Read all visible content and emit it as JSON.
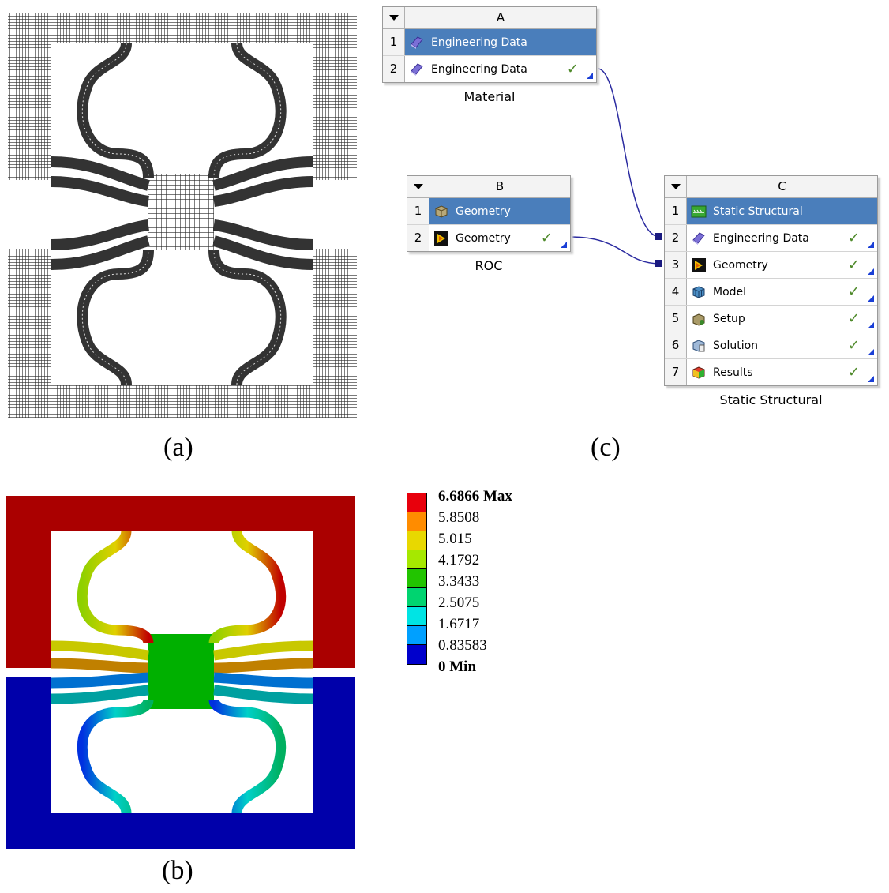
{
  "panel_labels": {
    "a": "(a)",
    "b": "(b)",
    "c": "(c)"
  },
  "systems": {
    "A": {
      "letter": "A",
      "caption": "Material",
      "rows": [
        {
          "num": "1",
          "label": "Engineering Data",
          "icon": "engineering-data-icon",
          "selected": true,
          "check": false
        },
        {
          "num": "2",
          "label": "Engineering Data",
          "icon": "engineering-data-icon",
          "selected": false,
          "check": true
        }
      ]
    },
    "B": {
      "letter": "B",
      "caption": "ROC",
      "rows": [
        {
          "num": "1",
          "label": "Geometry",
          "icon": "geometry-box-icon",
          "selected": true,
          "check": false
        },
        {
          "num": "2",
          "label": "Geometry",
          "icon": "geometry-icon",
          "selected": false,
          "check": true
        }
      ]
    },
    "C": {
      "letter": "C",
      "caption": "Static Structural",
      "rows": [
        {
          "num": "1",
          "label": "Static Structural",
          "icon": "static-structural-icon",
          "selected": true,
          "check": false
        },
        {
          "num": "2",
          "label": "Engineering Data",
          "icon": "engineering-data-icon",
          "selected": false,
          "check": true
        },
        {
          "num": "3",
          "label": "Geometry",
          "icon": "geometry-icon",
          "selected": false,
          "check": true
        },
        {
          "num": "4",
          "label": "Model",
          "icon": "model-icon",
          "selected": false,
          "check": true
        },
        {
          "num": "5",
          "label": "Setup",
          "icon": "setup-icon",
          "selected": false,
          "check": true
        },
        {
          "num": "6",
          "label": "Solution",
          "icon": "solution-icon",
          "selected": false,
          "check": true
        },
        {
          "num": "7",
          "label": "Results",
          "icon": "results-icon",
          "selected": false,
          "check": true
        }
      ]
    }
  },
  "checkmark": "✓",
  "colors": {
    "selected_row": "#4a7ebb",
    "link_line": "#2b2ba0",
    "check": "#4f8a2b",
    "mesh_fill": "#3b3b3b",
    "top_body": "#aa0000",
    "bottom_body": "#0000aa",
    "center_plate": "#00b000"
  },
  "legend": {
    "labels": [
      "6.6866 Max",
      "5.8508",
      "5.015",
      "4.1792",
      "3.3433",
      "2.5075",
      "1.6717",
      "0.83583",
      "0 Min"
    ],
    "colors": [
      "#e8000c",
      "#ff8c00",
      "#e8d800",
      "#a6e800",
      "#22c400",
      "#00d470",
      "#00e4e4",
      "#00a0ff",
      "#0000cc"
    ]
  }
}
